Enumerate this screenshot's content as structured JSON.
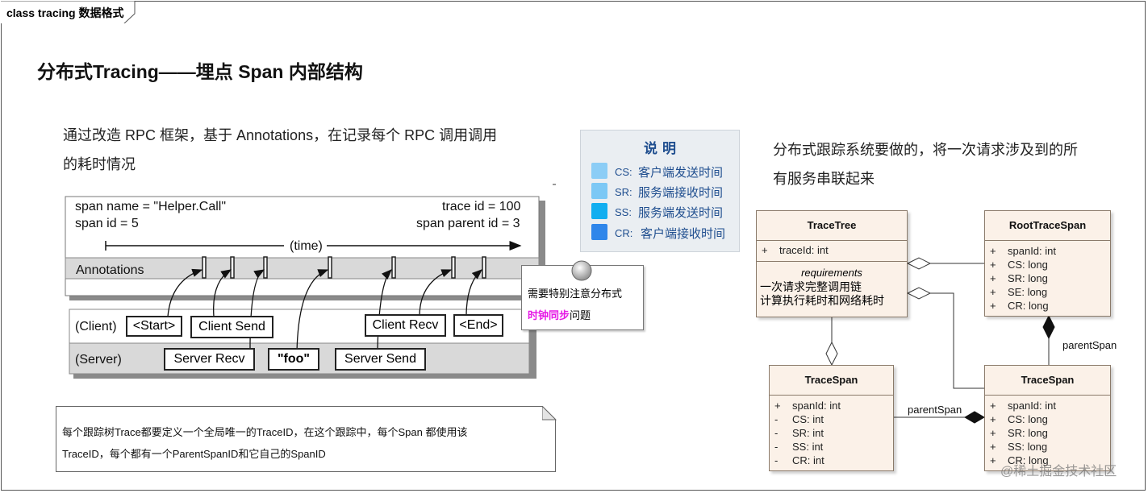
{
  "frame": {
    "tab_label": "class tracing 数据格式"
  },
  "title": "分布式Tracing——埋点 Span 内部结构",
  "intro_left": {
    "line1": "通过改造 RPC 框架，基于 Annotations，在记录每个 RPC 调用调用",
    "line2": "的耗时情况"
  },
  "intro_right": {
    "line1": "分布式跟踪系统要做的，将一次请求涉及到的所",
    "line2": "有服务串联起来"
  },
  "legend": {
    "title": "说 明",
    "items": [
      {
        "code": "CS:",
        "desc": "客户端发送时间",
        "color": "#8ccdf6"
      },
      {
        "code": "SR:",
        "desc": "服务端接收时间",
        "color": "#7cc8f5"
      },
      {
        "code": "SS:",
        "desc": "服务端发送时间",
        "color": "#12aef0"
      },
      {
        "code": "CR:",
        "desc": "客户端接收时间",
        "color": "#2f86ea"
      }
    ]
  },
  "span_diagram": {
    "span_name": "span name = \"Helper.Call\"",
    "span_id": "span id = 5",
    "trace_id": "trace id = 100",
    "span_parent_id": "span parent id = 3",
    "time_label": "(time)",
    "annotations_label": "Annotations",
    "client_label": "(Client)",
    "server_label": "(Server)",
    "client_boxes": [
      "<Start>",
      "Client Send",
      "Client Recv",
      "<End>"
    ],
    "server_boxes": [
      "Server Recv",
      "\"foo\"",
      "Server Send"
    ]
  },
  "sync_note": {
    "line1": "需要特别注意分布式",
    "highlight": "时钟同步",
    "rest": "问题",
    "highlight_color": "#e619e6"
  },
  "bottom_note": {
    "line1": "每个跟踪树Trace都要定义一个全局唯一的TraceID，在这个跟踪中，每个Span 都使用该",
    "line2": "TraceID，每个都有一个ParentSpanID和它自己的SpanID"
  },
  "uml": {
    "trace_tree": {
      "name": "TraceTree",
      "attrs": [
        {
          "vis": "+",
          "text": "traceId: int"
        }
      ],
      "req_title": "requirements",
      "req_lines": [
        "一次请求完整调用链",
        "计算执行耗时和网络耗时"
      ]
    },
    "root_trace_span": {
      "name": "RootTraceSpan",
      "attrs": [
        {
          "vis": "+",
          "text": "spanId: int"
        },
        {
          "vis": "+",
          "text": "CS: long"
        },
        {
          "vis": "+",
          "text": "SR: long"
        },
        {
          "vis": "+",
          "text": "SE: long"
        },
        {
          "vis": "+",
          "text": "CR: long"
        }
      ]
    },
    "trace_span_left": {
      "name": "TraceSpan",
      "attrs": [
        {
          "vis": "+",
          "text": "spanId: int"
        },
        {
          "vis": "-",
          "text": "CS: int"
        },
        {
          "vis": "-",
          "text": "SR: int"
        },
        {
          "vis": "-",
          "text": "SS: int"
        },
        {
          "vis": "-",
          "text": "CR: int"
        }
      ]
    },
    "trace_span_right": {
      "name": "TraceSpan",
      "attrs": [
        {
          "vis": "+",
          "text": "spanId: int"
        },
        {
          "vis": "+",
          "text": "CS: long"
        },
        {
          "vis": "+",
          "text": "SR: long"
        },
        {
          "vis": "+",
          "text": "SS: long"
        },
        {
          "vis": "+",
          "text": "CR: long"
        }
      ]
    },
    "edge_parent_span_1": "parentSpan",
    "edge_parent_span_2": "parentSpan"
  },
  "watermark": "@稀土掘金技术社区"
}
